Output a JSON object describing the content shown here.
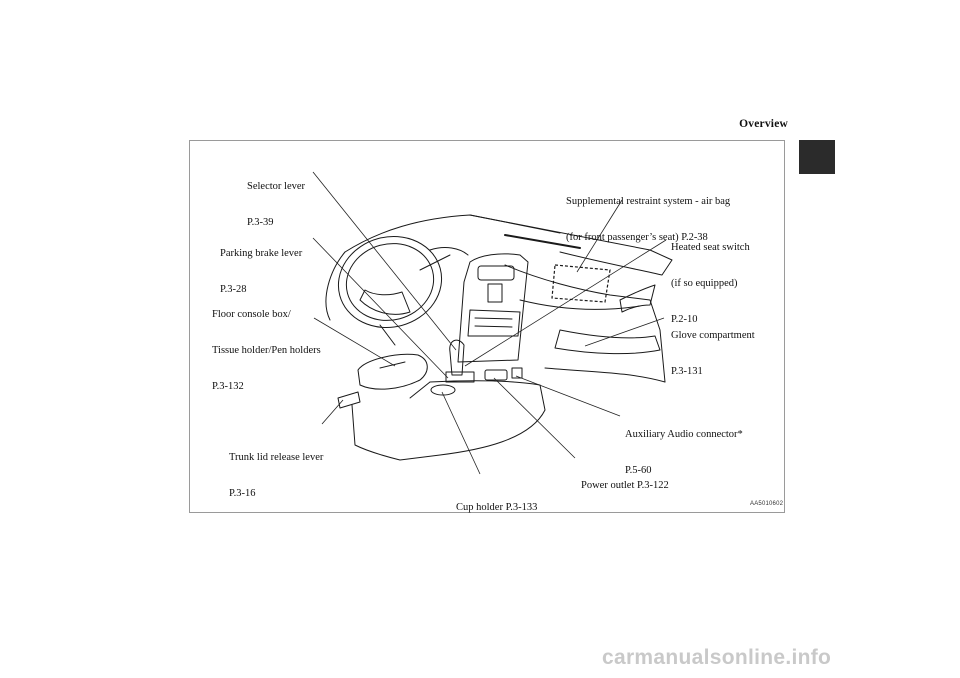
{
  "header": {
    "title": "Overview"
  },
  "figure": {
    "code": "AA5010602",
    "labels": {
      "selector_lever": {
        "line1": "Selector lever",
        "line2": "P.3-39"
      },
      "parking_brake": {
        "line1": "Parking brake lever",
        "line2": "P.3-28"
      },
      "floor_console": {
        "line1": "Floor console box/",
        "line2": "Tissue holder/Pen holders",
        "line3": "P.3-132"
      },
      "trunk_lid": {
        "line1": "Trunk lid release lever",
        "line2": "P.3-16"
      },
      "cup_holder": {
        "line1": "Cup holder P.3-133"
      },
      "power_outlet": {
        "line1": "Power outlet P.3-122"
      },
      "aux_audio": {
        "line1": "Auxiliary Audio connector*",
        "line2": "P.5-60"
      },
      "glove_compartment": {
        "line1": "Glove compartment",
        "line2": "P.3-131"
      },
      "heated_seat": {
        "line1": "Heated seat switch",
        "line2": "(if so equipped)",
        "line3": "P.2-10"
      },
      "srs_airbag": {
        "line1": "Supplemental restraint system - air bag",
        "line2": "(for front passenger’s seat) P.2-38"
      }
    }
  },
  "watermark": {
    "text": "carmanualsonline.info"
  }
}
